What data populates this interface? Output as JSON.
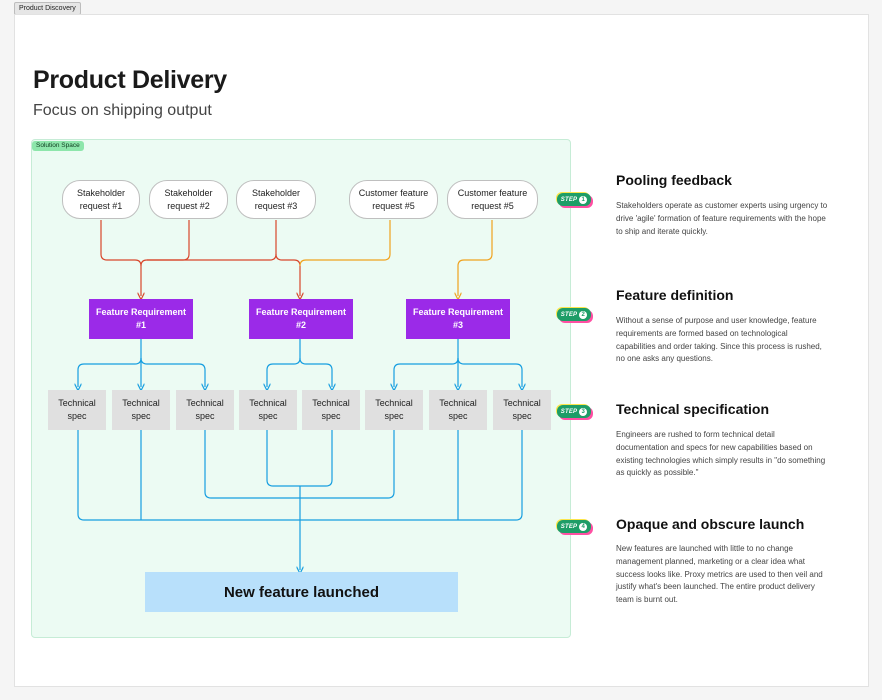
{
  "tab": "Product Discovery",
  "title": "Product Delivery",
  "subtitle": "Focus on shipping output",
  "solution_space": "Solution Space",
  "requests": [
    "Stakeholder\nrequest #1",
    "Stakeholder\nrequest #2",
    "Stakeholder\nrequest #3",
    "Customer feature\nrequest #5",
    "Customer feature\nrequest #5"
  ],
  "features": [
    "Feature Requirement\n#1",
    "Feature Requirement\n#2",
    "Feature Requirement\n#3"
  ],
  "spec_label": "Technical\nspec",
  "launch": "New feature launched",
  "colors": {
    "red": "#d8462b",
    "orange": "#f0a21e",
    "blue": "#169ee0",
    "purple": "#9b2ae8"
  },
  "steps": [
    {
      "badge": "STEP",
      "num": "1",
      "title": "Pooling feedback",
      "body": "Stakeholders operate as customer experts using urgency to drive 'agile' formation of feature requirements with the hope to ship and iterate quickly."
    },
    {
      "badge": "STEP",
      "num": "2",
      "title": "Feature definition",
      "body": "Without a sense of purpose and user knowledge, feature requirements are formed based on technological capabilities and order taking. Since this process is rushed, no one asks any questions."
    },
    {
      "badge": "STEP",
      "num": "3",
      "title": "Technical specification",
      "body": "Engineers are rushed to form technical detail documentation and specs for new capabilities based on existing technologies which simply results in \"do something as quickly as possible.\""
    },
    {
      "badge": "STEP",
      "num": "4",
      "title": "Opaque and obscure launch",
      "body": "New features are launched with little to no change management planned, marketing or a clear idea what success looks like. Proxy metrics are used to then veil and justify what's been launched. The entire product delivery team is burnt out."
    }
  ]
}
